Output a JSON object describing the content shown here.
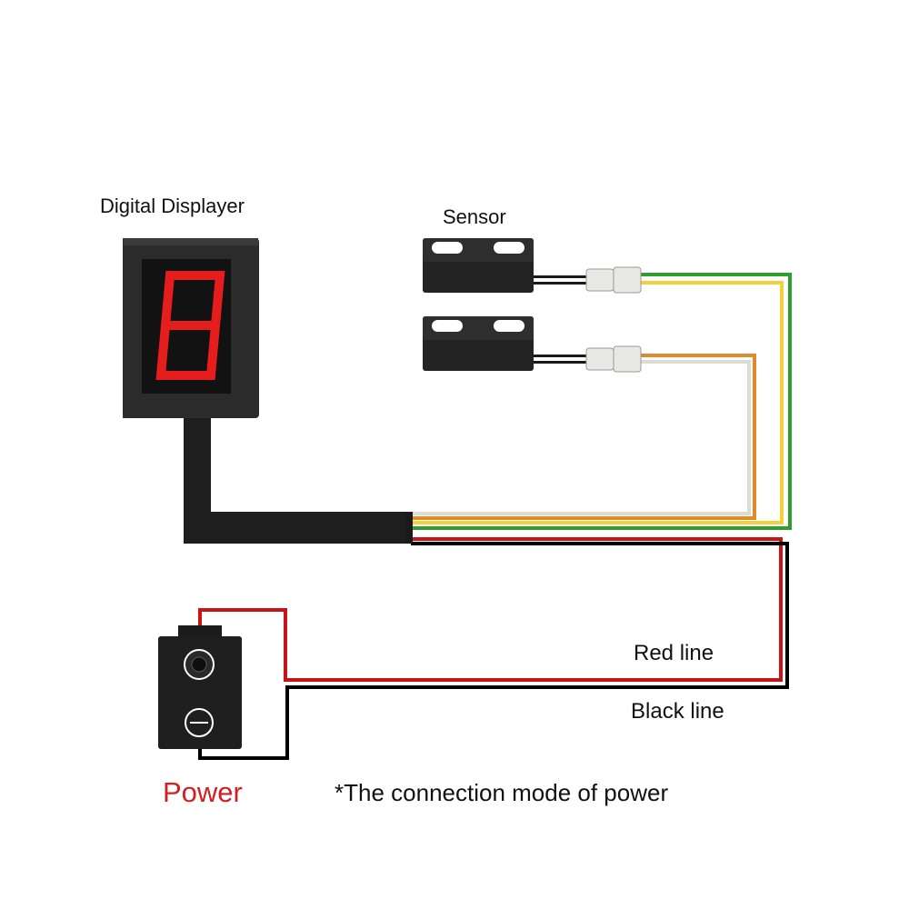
{
  "labels": {
    "displayer": "Digital Displayer",
    "sensor": "Sensor",
    "red_line": "Red line",
    "black_line": "Black line",
    "power": "Power",
    "note": "*The connection mode of power"
  },
  "display": {
    "digit": "8"
  },
  "colors": {
    "body": "#2b2b2b",
    "screen": "#121212",
    "segment": "#e61d1d",
    "cable": "#1e1e1e",
    "wire_red": "#c81414",
    "wire_black": "#000000",
    "wire_green": "#2e9e2e",
    "wire_yellow": "#f2d23a",
    "wire_orange": "#e08a2a",
    "wire_white": "#e8e8e0",
    "connector": "#e8e8e4",
    "power_label": "#d21f1f"
  },
  "icons": [
    "positive-terminal-icon",
    "minus-terminal-icon"
  ]
}
